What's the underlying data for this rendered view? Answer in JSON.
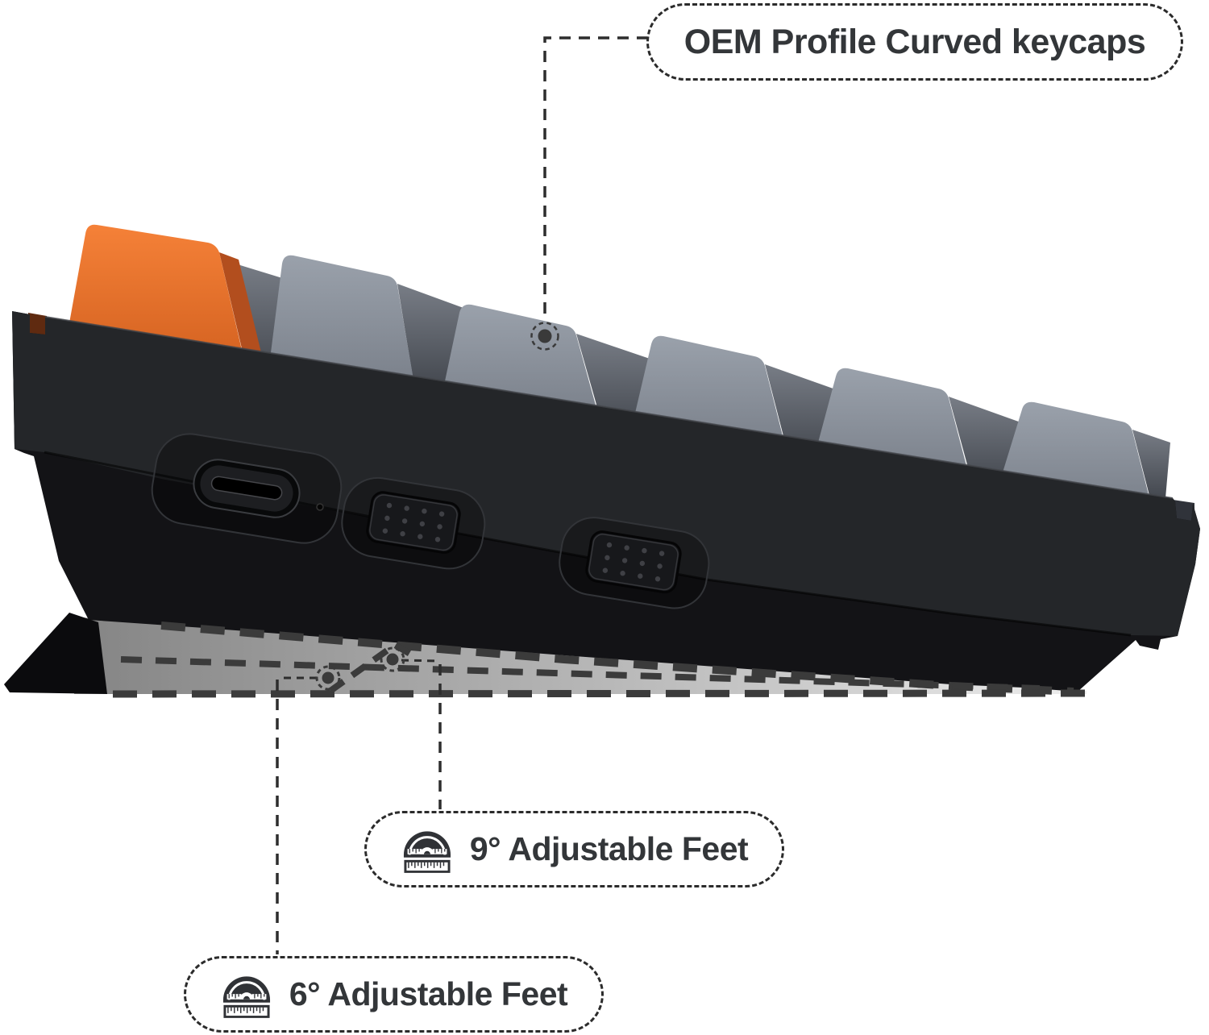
{
  "callouts": {
    "keycaps": {
      "label": "OEM Profile Curved keycaps"
    },
    "feet_9": {
      "label": "9° Adjustable Feet",
      "icon": "protractor-ruler-icon"
    },
    "feet_6": {
      "label": "6° Adjustable Feet",
      "icon": "protractor-ruler-icon"
    }
  },
  "colors": {
    "background": "#ffffff",
    "callout_border": "#2b2b2b",
    "callout_text": "#333639",
    "connector_dark": "#2d2d2d",
    "marker_dark": "#3a3a3a",
    "ghost_dash": "#3b3b3b",
    "keycap_orange_light": "#f58138",
    "keycap_orange_dark": "#d2601f",
    "keycap_orange_side": "#b24e1e",
    "keycap_gray_light": "#9aa1ab",
    "keycap_gray_dark": "#767c86",
    "valley_light": "#787d86",
    "valley_dark": "#3c4047",
    "case_black": "#131316",
    "case_band": "#242629",
    "case_edge_highlight": "#44464b",
    "foot_black": "#0b0b0d",
    "ghost_light": "#efefef",
    "ghost_mid": "#c9c9c9",
    "ghost_dark": "#848484",
    "notch_left_glow": "#5f2a10",
    "notch_right": "#30333a",
    "icon_dark": "#303236"
  }
}
